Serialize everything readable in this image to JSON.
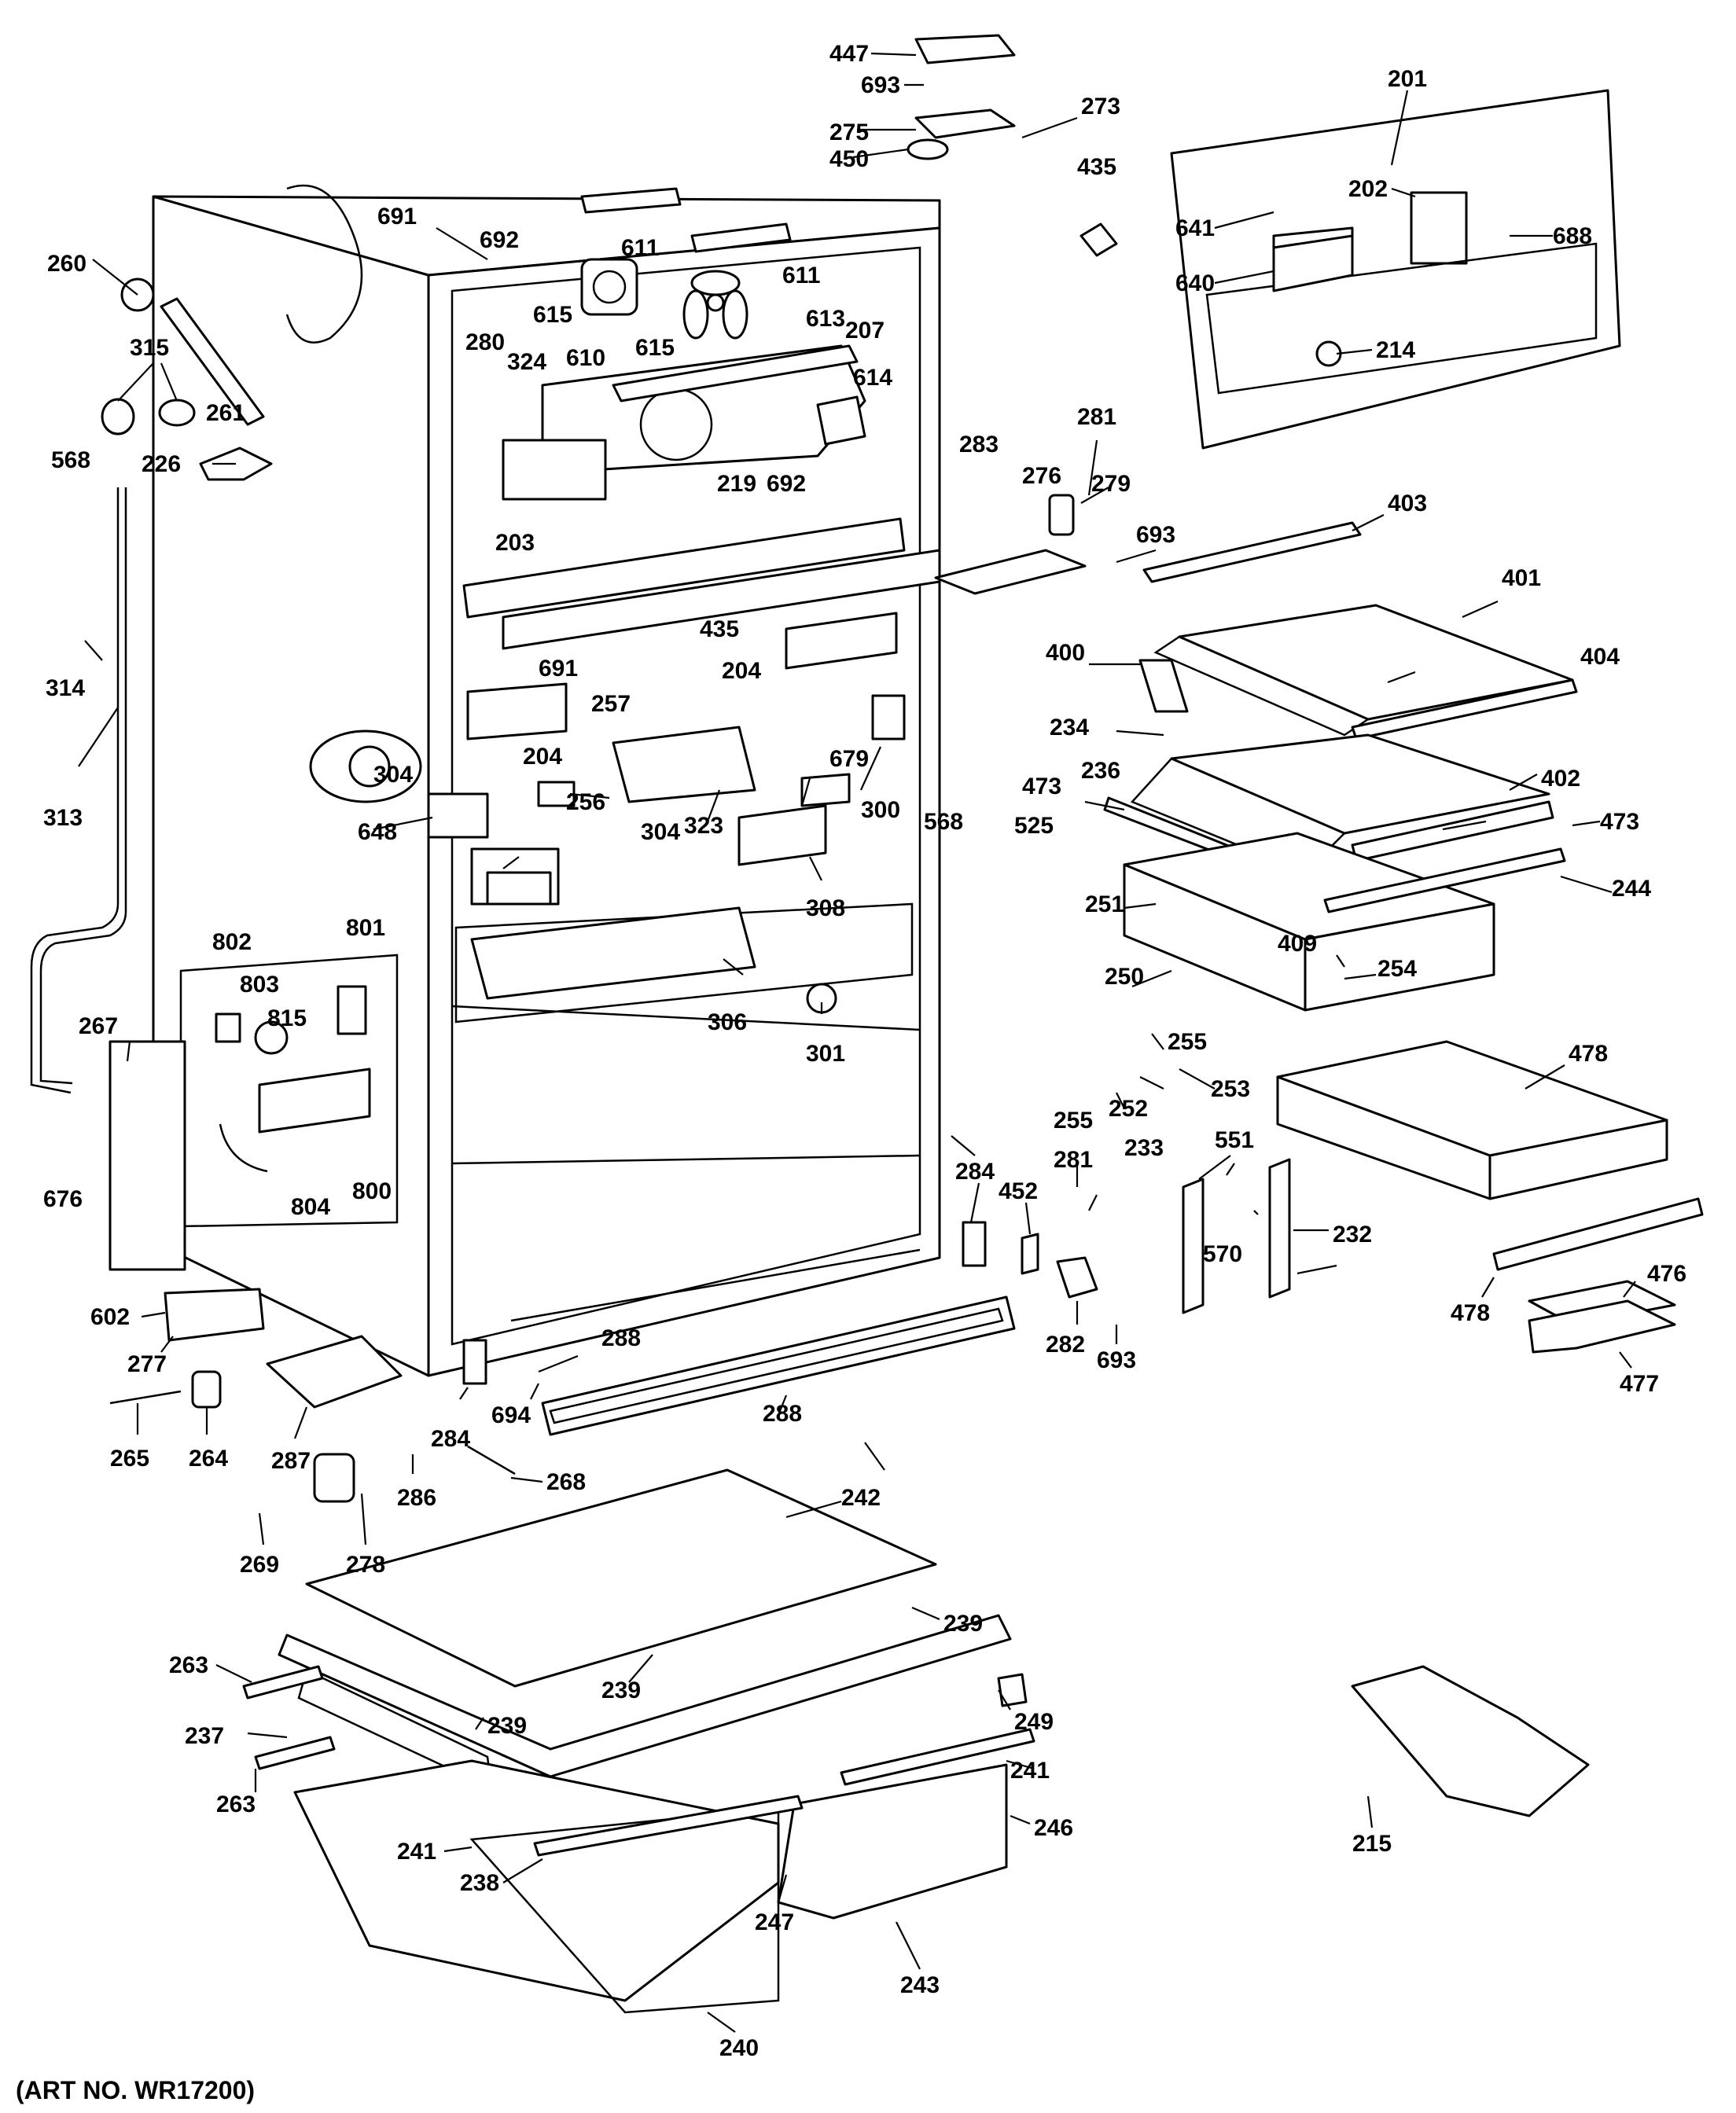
{
  "figure": {
    "art_number": "(ART NO. WR17200)",
    "callouts": [
      "201",
      "202",
      "203",
      "204",
      "207",
      "214",
      "215",
      "219",
      "226",
      "232",
      "233",
      "234",
      "236",
      "237",
      "238",
      "239",
      "240",
      "241",
      "242",
      "243",
      "244",
      "246",
      "247",
      "249",
      "250",
      "251",
      "252",
      "253",
      "254",
      "255",
      "256",
      "257",
      "260",
      "261",
      "263",
      "264",
      "265",
      "267",
      "268",
      "269",
      "273",
      "275",
      "276",
      "277",
      "278",
      "279",
      "280",
      "281",
      "282",
      "283",
      "284",
      "286",
      "287",
      "288",
      "300",
      "301",
      "304",
      "306",
      "308",
      "313",
      "314",
      "315",
      "323",
      "324",
      "400",
      "401",
      "402",
      "403",
      "404",
      "409",
      "435",
      "447",
      "450",
      "452",
      "473",
      "476",
      "477",
      "478",
      "525",
      "551",
      "568",
      "570",
      "602",
      "610",
      "611",
      "613",
      "614",
      "615",
      "640",
      "641",
      "648",
      "676",
      "679",
      "688",
      "691",
      "692",
      "693",
      "694",
      "800",
      "801",
      "802",
      "803",
      "804",
      "815"
    ]
  },
  "labels": {
    "l447": "447",
    "l693a": "693",
    "l275": "275",
    "l273": "273",
    "l450": "450",
    "l435a": "435",
    "l201": "201",
    "l202": "202",
    "l641": "641",
    "l688": "688",
    "l640": "640",
    "l214": "214",
    "l691a": "691",
    "l692a": "692",
    "l611a": "611",
    "l611b": "611",
    "l615a": "615",
    "l615b": "615",
    "l610": "610",
    "l613": "613",
    "l207": "207",
    "l614": "614",
    "l280": "280",
    "l324": "324",
    "l692b": "692",
    "l260": "260",
    "l315": "315",
    "l261": "261",
    "l568a": "568",
    "l226": "226",
    "l219": "219",
    "l281a": "281",
    "l279": "279",
    "l283": "283",
    "l276": "276",
    "l693b": "693",
    "l403": "403",
    "l203": "203",
    "l401": "401",
    "l435b": "435",
    "l204a": "204",
    "l400": "400",
    "l404": "404",
    "l691b": "691",
    "l257": "257",
    "l204b": "204",
    "l234": "234",
    "l679": "679",
    "l568b": "568",
    "l236": "236",
    "l402": "402",
    "l473a": "473",
    "l473b": "473",
    "l525": "525",
    "l314": "314",
    "l304a": "304",
    "l256": "256",
    "l323": "323",
    "l300": "300",
    "l648": "648",
    "l304b": "304",
    "l308": "308",
    "l244": "244",
    "l313": "313",
    "l251": "251",
    "l409": "409",
    "l254": "254",
    "l250": "250",
    "l802": "802",
    "l801": "801",
    "l803": "803",
    "l815": "815",
    "l306": "306",
    "l301": "301",
    "l267": "267",
    "l255a": "255",
    "l255b": "255",
    "l252": "252",
    "l253": "253",
    "l478a": "478",
    "l800": "800",
    "l804": "804",
    "l676": "676",
    "l233": "233",
    "l551": "551",
    "l284a": "284",
    "l452": "452",
    "l281b": "281",
    "l570": "570",
    "l232": "232",
    "l602": "602",
    "l288a": "288",
    "l282": "282",
    "l693c": "693",
    "l476": "476",
    "l478b": "478",
    "l277": "277",
    "l477": "477",
    "l694": "694",
    "l284b": "284",
    "l288b": "288",
    "l265": "265",
    "l264": "264",
    "l287": "287",
    "l286": "286",
    "l268": "268",
    "l242": "242",
    "l269": "269",
    "l278": "278",
    "l239a": "239",
    "l263a": "263",
    "l239b": "239",
    "l239c": "239",
    "l249": "249",
    "l237": "237",
    "l241a": "241",
    "l263b": "263",
    "l246": "246",
    "l241b": "241",
    "l215": "215",
    "l238": "238",
    "l247": "247",
    "l243": "243",
    "l240": "240"
  }
}
